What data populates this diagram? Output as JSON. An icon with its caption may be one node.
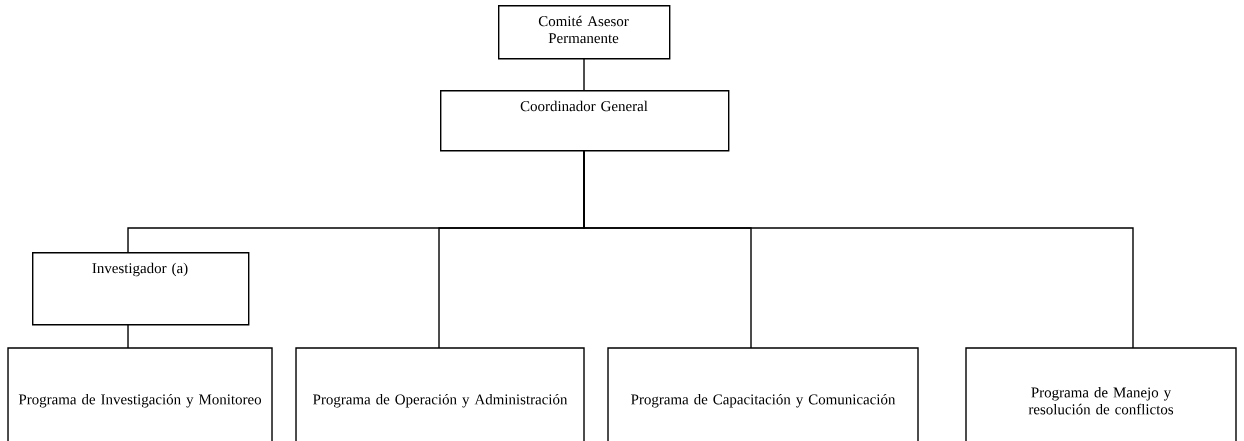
{
  "diagram": {
    "nodes": [
      {
        "text": [
          "Comité Asesor Permanente"
        ]
      },
      {
        "text": [
          "Coordinador General"
        ]
      },
      {
        "text": [
          "Investigador (a)"
        ]
      },
      {
        "text": [
          "Programa de Investigación y Monitoreo"
        ]
      },
      {
        "text": [
          "Programa de Operación y Administración"
        ]
      },
      {
        "text": [
          "Programa de Capacitación y Comunicación"
        ]
      },
      {
        "text": [
          "Programa de Manejo y resolución de conflictos"
        ]
      }
    ],
    "edges": [
      {
        "from": 0,
        "to": 1,
        "arrow": "none"
      },
      {
        "from": 1,
        "to": 2,
        "arrow": "none"
      },
      {
        "from": 2,
        "to": 3,
        "arrow": "none"
      },
      {
        "from": 1,
        "to": 4,
        "arrow": "none"
      },
      {
        "from": 1,
        "to": 5,
        "arrow": "none"
      },
      {
        "from": 1,
        "to": 6,
        "arrow": "none"
      }
    ]
  }
}
